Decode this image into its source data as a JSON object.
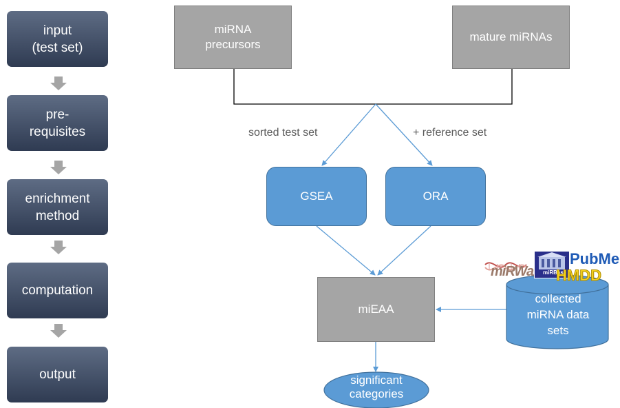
{
  "pipeline": {
    "steps": [
      {
        "line1": "input",
        "line2": "(test set)"
      },
      {
        "line1": "pre-",
        "line2": "requisites"
      },
      {
        "line1": "enrichment",
        "line2": "method"
      },
      {
        "line1": "computation",
        "line2": ""
      },
      {
        "line1": "output",
        "line2": ""
      }
    ]
  },
  "diagram": {
    "precursors": {
      "line1": "miRNA",
      "line2": "precursors"
    },
    "mature": "mature miRNAs",
    "sorted_label": "sorted test set",
    "reference_label": "+ reference set",
    "gsea": "GSEA",
    "ora": "ORA",
    "mieaa": "miEAA",
    "database": {
      "line1": "collected",
      "line2": "miRNA data",
      "line3": "sets"
    },
    "result": {
      "line1": "significant",
      "line2": "categories"
    },
    "logos": {
      "pubmed": "PubMed",
      "hmdd": "HMDD",
      "mirwalk": "miRWalk",
      "mirbase": "miRBase"
    }
  },
  "colors": {
    "step_top": "#5e6c84",
    "step_bottom": "#2f3b52",
    "arrow_gray": "#a5a5a5",
    "box_gray": "#a5a5a5",
    "method_blue": "#5b9bd5",
    "connector_blue": "#5b9bd5",
    "hmdd_yellow": "#f5d21f",
    "pubmed_blue": "#1f5bb6"
  }
}
